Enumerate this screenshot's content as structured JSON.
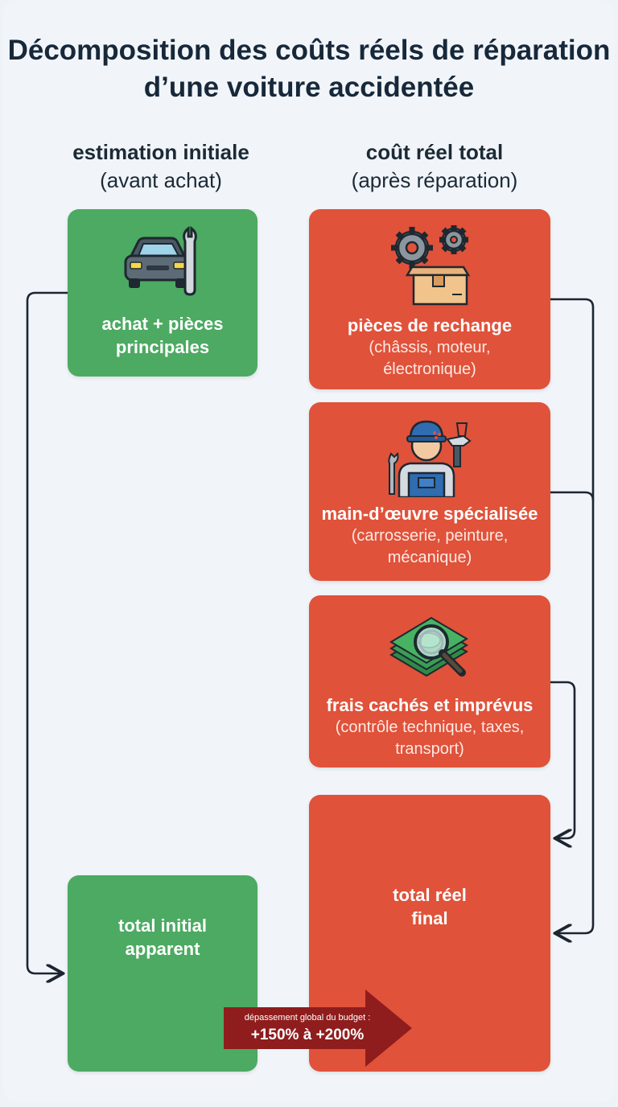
{
  "title": "Décomposition des coûts réels de réparation d’une voiture accidentée",
  "left_column": {
    "heading": "estimation initiale",
    "subheading": "(avant achat)",
    "box_top": {
      "label": "achat + pièces principales",
      "icon": "car-wrench-icon"
    },
    "box_bottom": {
      "label": "total initial apparent"
    }
  },
  "right_column": {
    "heading": "coût réel total",
    "subheading": "(après réparation)",
    "items": [
      {
        "label": "pièces de rechange",
        "detail": "(châssis, moteur, électronique)",
        "icon": "gears-box-icon"
      },
      {
        "label": "main-d’œuvre spécialisée",
        "detail": "(carrosserie, peinture, mécanique)",
        "icon": "mechanic-icon"
      },
      {
        "label": "frais cachés et imprévus",
        "detail": "(contrôle technique, taxes, transport)",
        "icon": "money-magnifier-icon"
      }
    ],
    "total": {
      "label": "total réel final"
    }
  },
  "overrun": {
    "caption": "dépassement global du budget :",
    "value": "+150% à +200%"
  },
  "colors": {
    "green": "#4caa62",
    "red": "#e0523a",
    "dark_red": "#8f1d1d",
    "connector": "#1c2530"
  }
}
